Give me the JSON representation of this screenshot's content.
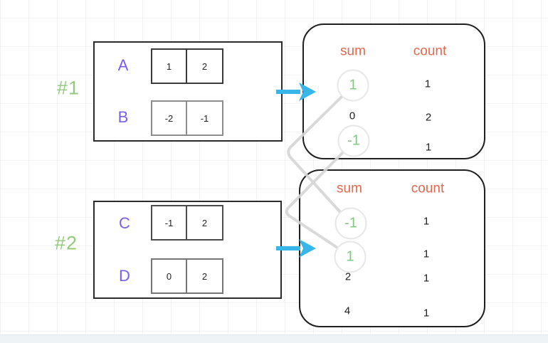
{
  "examples": [
    {
      "id": "#1",
      "arrays": [
        {
          "name": "A",
          "values": [
            "1",
            "2"
          ]
        },
        {
          "name": "B",
          "values": [
            "-2",
            "-1"
          ]
        }
      ],
      "table": {
        "sum_header": "sum",
        "count_header": "count",
        "rows": [
          {
            "sum": "1",
            "count": "1",
            "highlighted": true
          },
          {
            "sum": "0",
            "count": "2",
            "highlighted": false
          },
          {
            "sum": "-1",
            "count": "1",
            "highlighted": true
          }
        ]
      }
    },
    {
      "id": "#2",
      "arrays": [
        {
          "name": "C",
          "values": [
            "-1",
            "2"
          ]
        },
        {
          "name": "D",
          "values": [
            "0",
            "2"
          ]
        }
      ],
      "table": {
        "sum_header": "sum",
        "count_header": "count",
        "rows": [
          {
            "sum": "-1",
            "count": "1",
            "highlighted": true
          },
          {
            "sum": "1",
            "count": "1",
            "highlighted": true
          },
          {
            "sum": "2",
            "count": "1",
            "highlighted": false
          },
          {
            "sum": "4",
            "count": "1",
            "highlighted": false
          }
        ]
      }
    }
  ],
  "connections": [
    {
      "from": "example1 sum 1",
      "to": "example2 sum -1"
    },
    {
      "from": "example1 sum -1",
      "to": "example2 sum 1"
    }
  ],
  "colors": {
    "example_label_green": "#93c97a",
    "array_name_purple": "#7b5cf0",
    "table_header_orange": "#e5684c",
    "highlight_green": "#7fc87f",
    "arrow_cyan": "#38b6e9",
    "connector_gray": "#d5d5d5",
    "value_black": "#1c1c1c"
  }
}
